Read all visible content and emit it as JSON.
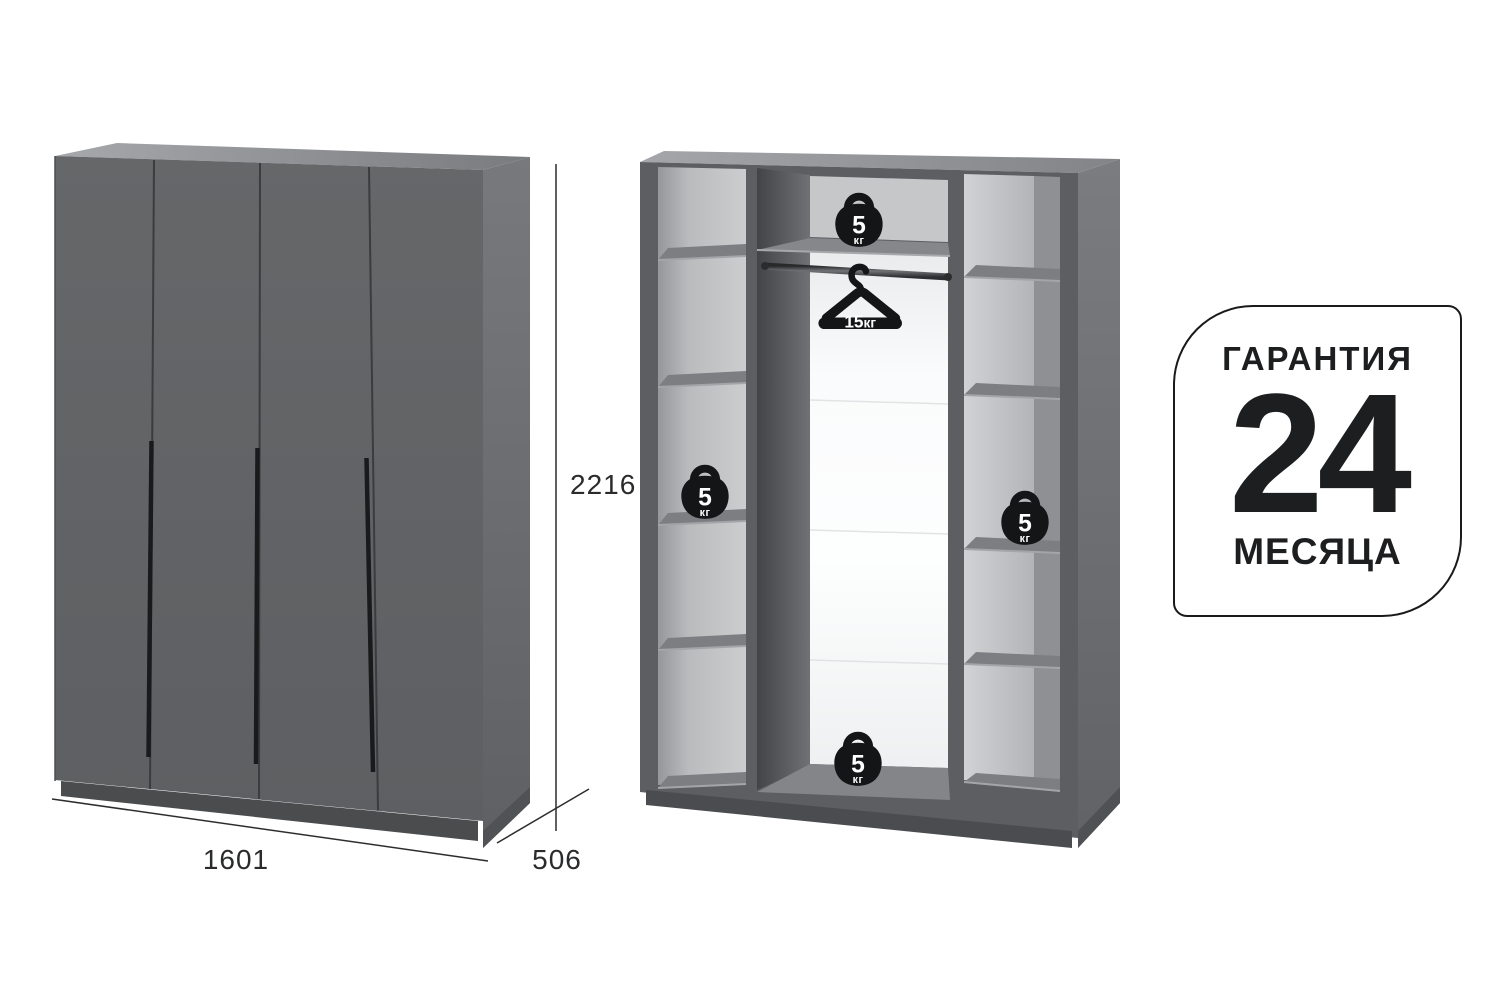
{
  "colors": {
    "background": "#ffffff",
    "wardrobe_front_gray": "#606264",
    "wardrobe_top_gray": "#95979a",
    "interior_back_gray": "#c6c8ca",
    "interior_middle_white": "#fafbfc",
    "icon_black": "#141517",
    "dimension_line": "#2c2d2f",
    "badge_border": "#1a1a1b",
    "badge_text": "#1d1e1f"
  },
  "closed_wardrobe": {
    "doors": 4,
    "dimensions": {
      "width": "1601",
      "depth": "506",
      "height": "2216"
    }
  },
  "open_wardrobe": {
    "load_labels": {
      "top_shelf": {
        "icon": "kettlebell-icon",
        "value": "5",
        "unit": "кг"
      },
      "left_shelf": {
        "icon": "kettlebell-icon",
        "value": "5",
        "unit": "кг"
      },
      "right_shelf": {
        "icon": "kettlebell-icon",
        "value": "5",
        "unit": "кг"
      },
      "bottom_shelf": {
        "icon": "kettlebell-icon",
        "value": "5",
        "unit": "кг"
      },
      "hanger_rod": {
        "icon": "hanger-icon",
        "value": "15",
        "unit": "кг"
      }
    }
  },
  "warranty_badge": {
    "line1": "ГАРАНТИЯ",
    "line2": "24",
    "line3": "МЕСЯЦА"
  }
}
